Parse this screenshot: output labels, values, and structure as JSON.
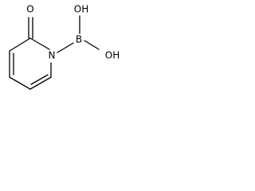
{
  "molecule": {
    "atoms": {
      "carbonyl_oxygen": "O",
      "ring_nitrogen": "N",
      "boron": "B",
      "hydroxyl_upper": "OH",
      "hydroxyl_lower": "OH"
    }
  }
}
